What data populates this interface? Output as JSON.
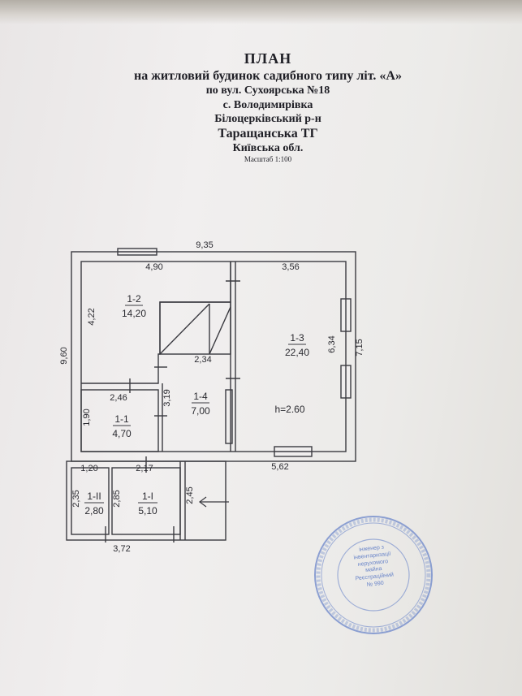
{
  "header": {
    "title": "ПЛАН",
    "subtitle": "на житловий будинок садибного типу літ. «А»",
    "street": "по вул. Сухоярська  №18",
    "village": "с. Володимирівка",
    "district": "Білоцерківський р-н",
    "community": "Таращанська ТГ",
    "region": "Київська обл.",
    "scale": "Масштаб 1:100"
  },
  "plan": {
    "dimensions": {
      "total_width": "9,35",
      "total_height": "9,60",
      "room12_width": "4,90",
      "room12_height": "4,22",
      "room13_width": "3,56",
      "room13_height_inner": "6,34",
      "room13_height_outer": "7,15",
      "stair_width": "2,34",
      "room11_width": "2,46",
      "room11_height": "1,90",
      "room14_height": "3,19",
      "bottom_right": "5,62",
      "porch_a_width": "1,20",
      "porch_b_width": "2,17",
      "porch_a_height": "2,35",
      "porch_b_height": "2,85",
      "porch_c_height": "2,45",
      "porch_total_width": "3,72"
    },
    "rooms": [
      {
        "id": "1-2",
        "area": "14,20"
      },
      {
        "id": "1-3",
        "area": "22,40"
      },
      {
        "id": "1-4",
        "area": "7,00"
      },
      {
        "id": "1-1",
        "area": "4,70"
      },
      {
        "id": "1-II",
        "area": "2,80"
      },
      {
        "id": "1-I",
        "area": "5,10"
      }
    ],
    "ceiling_height": "h=2.60"
  },
  "stamp": {
    "text_lines": [
      "інженер з",
      "інвентаризації",
      "нерухомого",
      "майна",
      "Реєстраційний",
      "№ 990"
    ],
    "color": "#6b86c9"
  },
  "colors": {
    "ink": "#3a3a40",
    "stamp": "#6b86c9"
  }
}
